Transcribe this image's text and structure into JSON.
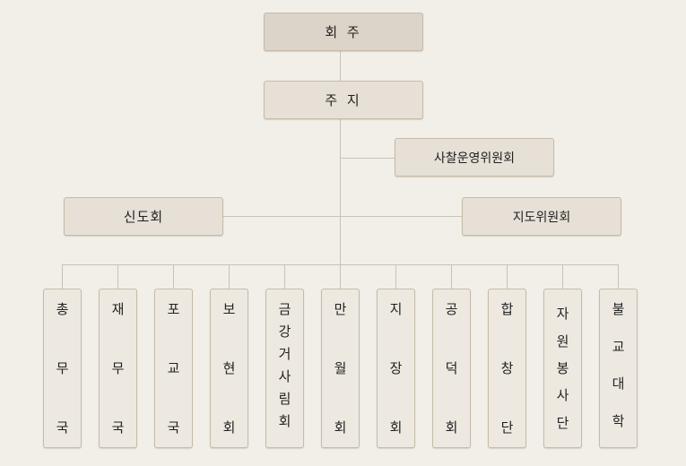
{
  "top": {
    "label": "회 주"
  },
  "second": {
    "label": "주 지"
  },
  "committee": {
    "label": "사찰운영위원회"
  },
  "believers": {
    "label": "신도회"
  },
  "guidance": {
    "label": "지도위원회"
  },
  "departments": [
    {
      "chars": [
        "총",
        "무",
        "국"
      ]
    },
    {
      "chars": [
        "재",
        "무",
        "국"
      ]
    },
    {
      "chars": [
        "포",
        "교",
        "국"
      ]
    },
    {
      "chars": [
        "보",
        "현",
        "회"
      ]
    },
    {
      "chars": [
        "금",
        "강",
        "거",
        "사",
        "림",
        "회"
      ]
    },
    {
      "chars": [
        "만",
        "월",
        "회"
      ]
    },
    {
      "chars": [
        "지",
        "장",
        "회"
      ]
    },
    {
      "chars": [
        "공",
        "덕",
        "회"
      ]
    },
    {
      "chars": [
        "합",
        "창",
        "단"
      ]
    },
    {
      "chars": [
        "자",
        "원",
        "봉",
        "사",
        "단"
      ]
    },
    {
      "chars": [
        "불",
        "교",
        "대",
        "학"
      ]
    }
  ]
}
